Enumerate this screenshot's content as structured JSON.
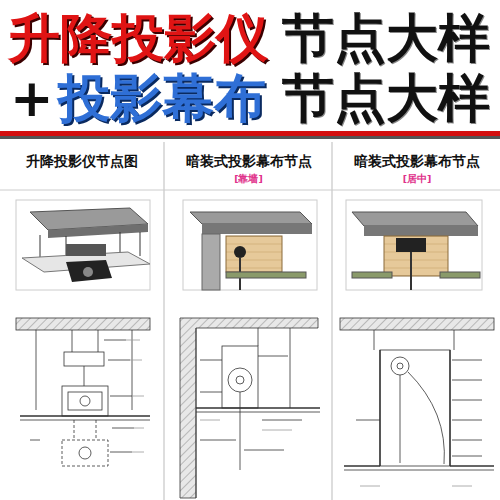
{
  "diagram": {
    "nodes": [
      {
        "text": [
          "升降投影仪节点图"
        ]
      },
      {
        "text": [
          "暗装式投影幕布节点",
          "[靠墙]"
        ]
      },
      {
        "text": [
          "暗装式投影幕布节点",
          "[居中]"
        ]
      }
    ],
    "labels": [
      "升降投影仪",
      "节点大样",
      "+",
      "投影幕布",
      "节点大样"
    ]
  }
}
